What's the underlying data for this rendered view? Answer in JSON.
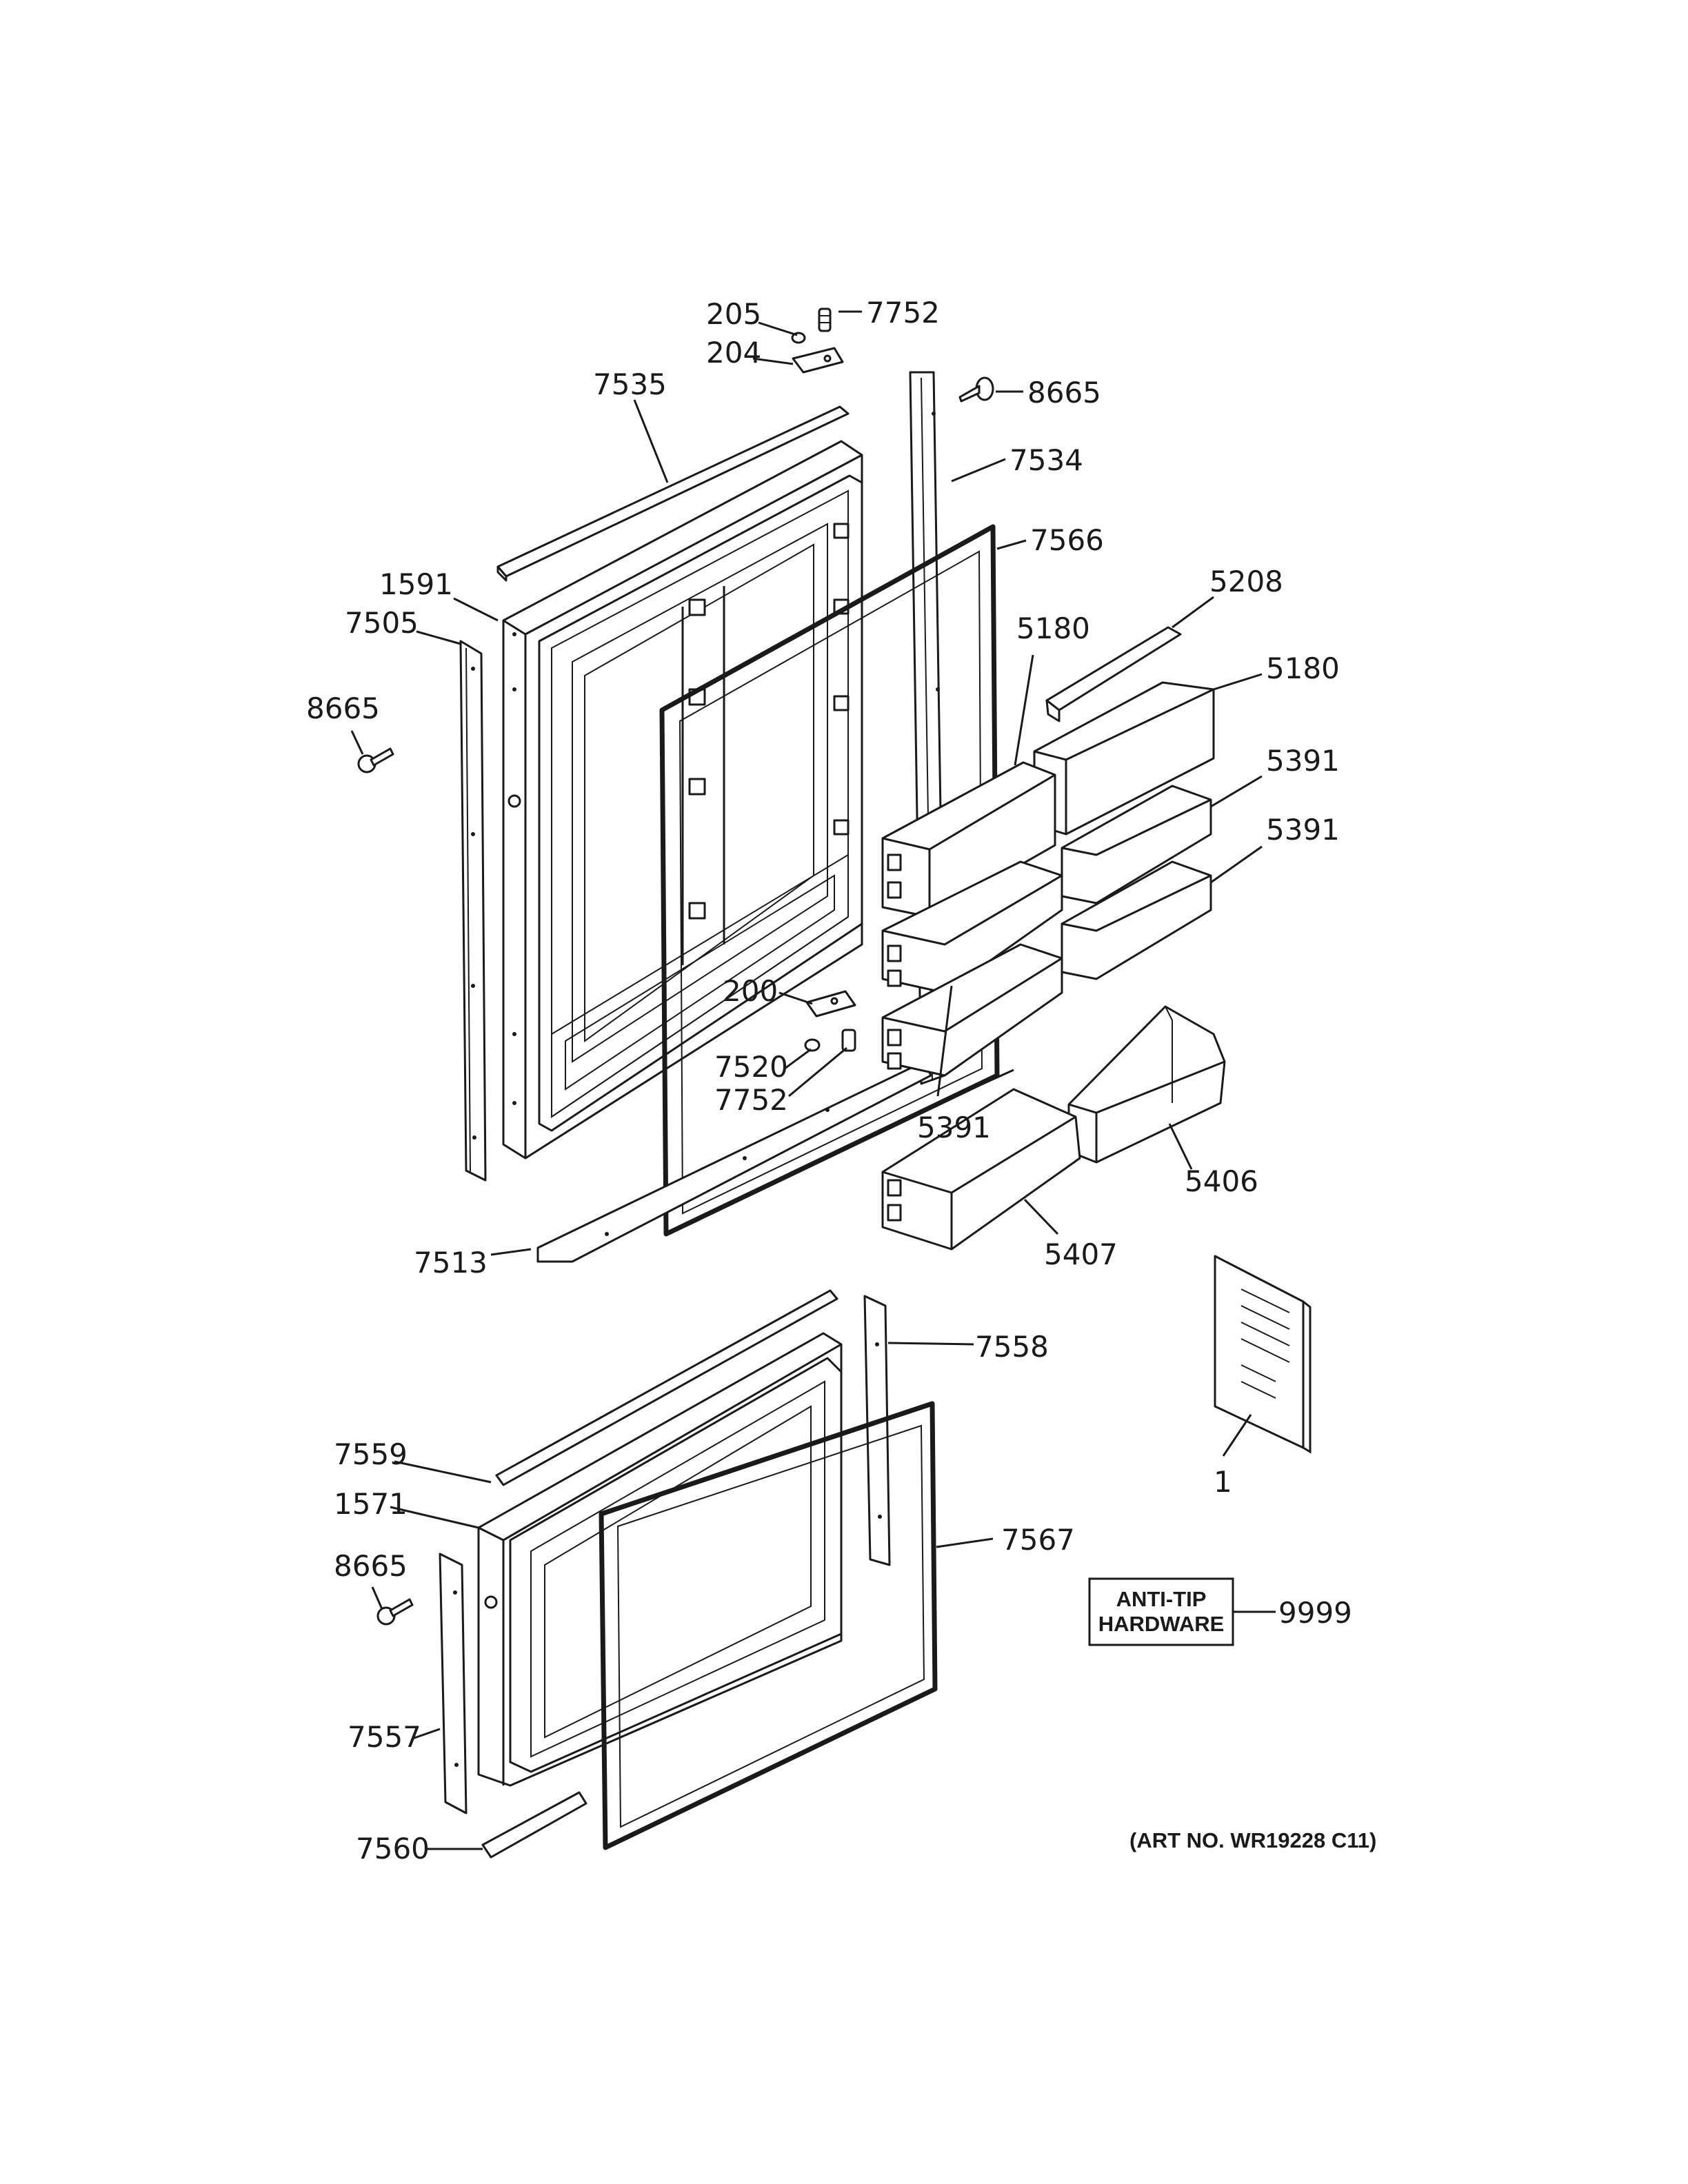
{
  "diagram": {
    "callouts": {
      "c205": "205",
      "c7752_top": "7752",
      "c204": "204",
      "c8665_top": "8665",
      "c7535": "7535",
      "c7534": "7534",
      "c7566": "7566",
      "c5208": "5208",
      "c1591": "1591",
      "c5180_left": "5180",
      "c5180_right": "5180",
      "c7505": "7505",
      "c8665_left": "8665",
      "c5391_a": "5391",
      "c5391_b": "5391",
      "c200": "200",
      "c7520": "7520",
      "c7752_mid": "7752",
      "c5391_c": "5391",
      "c5406": "5406",
      "c7513": "7513",
      "c5407": "5407",
      "c7558": "7558",
      "c7559": "7559",
      "c1571": "1571",
      "c1": "1",
      "c8665_bottom": "8665",
      "c7567": "7567",
      "c9999": "9999",
      "c7557": "7557",
      "c7560": "7560"
    },
    "anti_tip_box": {
      "line1": "ANTI-TIP",
      "line2": "HARDWARE"
    },
    "art_number": "(ART NO. WR19228 C11)"
  }
}
